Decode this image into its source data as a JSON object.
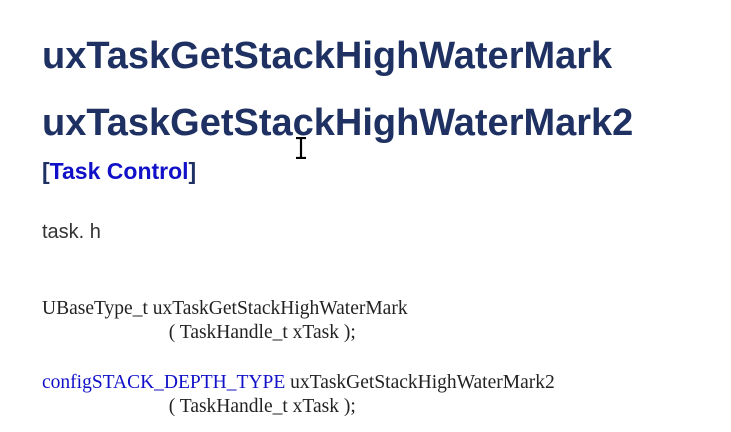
{
  "titles": [
    "uxTaskGetStackHighWaterMark",
    "uxTaskGetStackHighWaterMark2"
  ],
  "category": {
    "open_bracket": "[",
    "link_label": "Task Control",
    "close_bracket": "]"
  },
  "header_file": "task. h",
  "prototypes": [
    {
      "return_type": "UBaseType_t",
      "function_name": "uxTaskGetStackHighWaterMark",
      "params": "( TaskHandle_t xTask );"
    },
    {
      "return_type": "configSTACK_DEPTH_TYPE",
      "function_name": "uxTaskGetStackHighWaterMark2",
      "params": "( TaskHandle_t xTask );"
    }
  ],
  "colors": {
    "heading": "#1e3162",
    "link": "#1010c8",
    "body_text": "#333333"
  },
  "cursor_icon": "text-cursor-icon"
}
